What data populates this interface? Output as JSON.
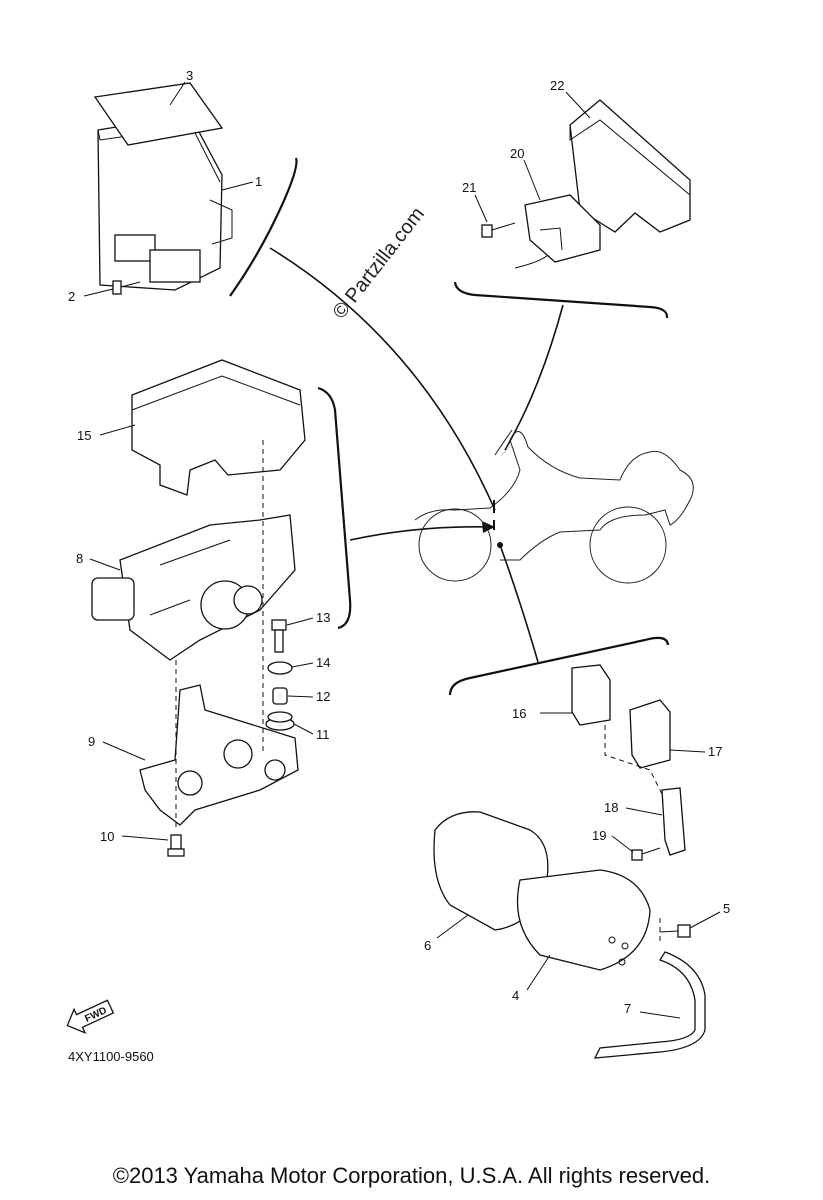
{
  "diagram": {
    "watermark": "© Partzilla.com",
    "drawing_code": "4XY1100-9560",
    "fwd_label": "FWD",
    "copyright": "©2013 Yamaha Motor Corporation, U.S.A. All rights reserved.",
    "callouts": [
      {
        "id": "c1",
        "label": "1"
      },
      {
        "id": "c2",
        "label": "2"
      },
      {
        "id": "c3",
        "label": "3"
      },
      {
        "id": "c4",
        "label": "4"
      },
      {
        "id": "c5",
        "label": "5"
      },
      {
        "id": "c6",
        "label": "6"
      },
      {
        "id": "c7",
        "label": "7"
      },
      {
        "id": "c8",
        "label": "8"
      },
      {
        "id": "c9",
        "label": "9"
      },
      {
        "id": "c10",
        "label": "10"
      },
      {
        "id": "c11",
        "label": "11"
      },
      {
        "id": "c12",
        "label": "12"
      },
      {
        "id": "c13",
        "label": "13"
      },
      {
        "id": "c14",
        "label": "14"
      },
      {
        "id": "c15",
        "label": "15"
      },
      {
        "id": "c16",
        "label": "16"
      },
      {
        "id": "c17",
        "label": "17"
      },
      {
        "id": "c18",
        "label": "18"
      },
      {
        "id": "c19",
        "label": "19"
      },
      {
        "id": "c20",
        "label": "20"
      },
      {
        "id": "c21",
        "label": "21"
      },
      {
        "id": "c22",
        "label": "22"
      }
    ]
  }
}
